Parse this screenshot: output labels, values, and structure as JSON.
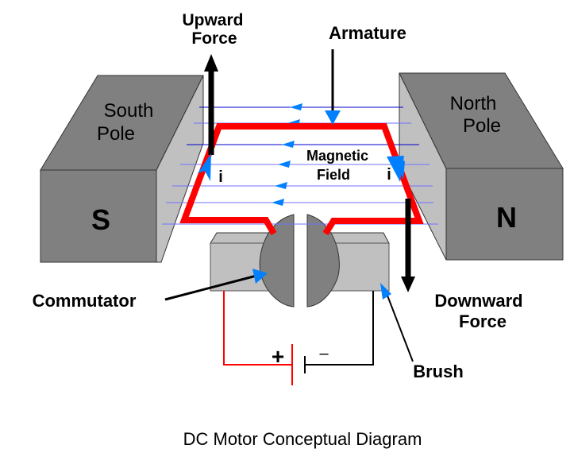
{
  "title": "DC Motor Conceptual Diagram",
  "labels": {
    "upward_force": [
      "Upward",
      "Force"
    ],
    "armature": "Armature",
    "south_pole": [
      "South",
      "Pole"
    ],
    "north_pole": [
      "North",
      "Pole"
    ],
    "south_letter": "S",
    "north_letter": "N",
    "magnetic_field": [
      "Magnetic",
      "Field"
    ],
    "current_left": "i",
    "current_right": "i",
    "commutator": "Commutator",
    "downward_force": [
      "Downward",
      "Force"
    ],
    "brush": "Brush",
    "battery_plus": "+",
    "battery_minus": "–"
  },
  "colors": {
    "armature": "#ff0000",
    "field_line": "#0000cc",
    "arrow_head": "#0080ff",
    "magnet_face": "#808080",
    "magnet_side": "#c0c0c0",
    "force_arrow": "#000000"
  }
}
